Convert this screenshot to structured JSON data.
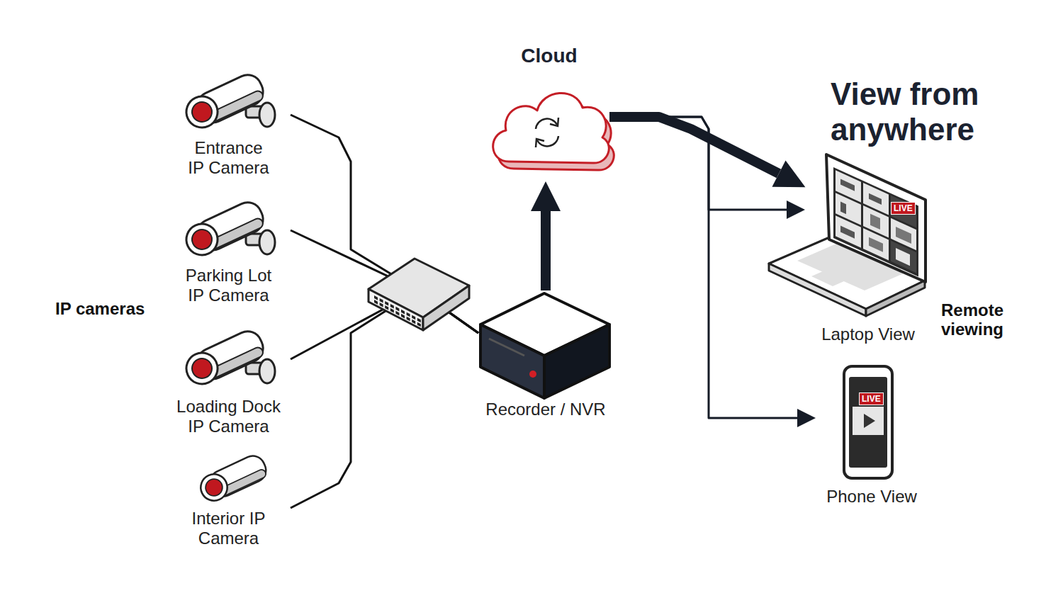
{
  "diagram": {
    "title": "View from anywhere",
    "nodes": [
      {
        "text": [
          "Entrance IP Camera"
        ]
      },
      {
        "text": [
          "Parking Lot IP Camera"
        ]
      },
      {
        "text": [
          "Loading Dock IP Camera"
        ]
      },
      {
        "text": [
          "Interior IP Camera"
        ]
      },
      {
        "text": [
          "Cloud"
        ]
      },
      {
        "text": [
          "Recorder / NVR"
        ]
      },
      {
        "text": [
          "Laptop View"
        ]
      },
      {
        "text": [
          "Phone View"
        ]
      }
    ],
    "edges": [
      {
        "from": 0,
        "to": 5,
        "arrow": "none"
      },
      {
        "from": 1,
        "to": 5,
        "arrow": "none"
      },
      {
        "from": 2,
        "to": 5,
        "arrow": "none"
      },
      {
        "from": 3,
        "to": 5,
        "arrow": "none"
      },
      {
        "from": 5,
        "to": 4,
        "arrow": "to"
      },
      {
        "from": 4,
        "to": 6,
        "arrow": "to"
      },
      {
        "from": 4,
        "to": 6,
        "arrow": "to"
      },
      {
        "from": 4,
        "to": 7,
        "arrow": "to"
      }
    ],
    "labels": [
      "IP cameras",
      "Remote viewing",
      "LIVE",
      "LIVE"
    ]
  }
}
